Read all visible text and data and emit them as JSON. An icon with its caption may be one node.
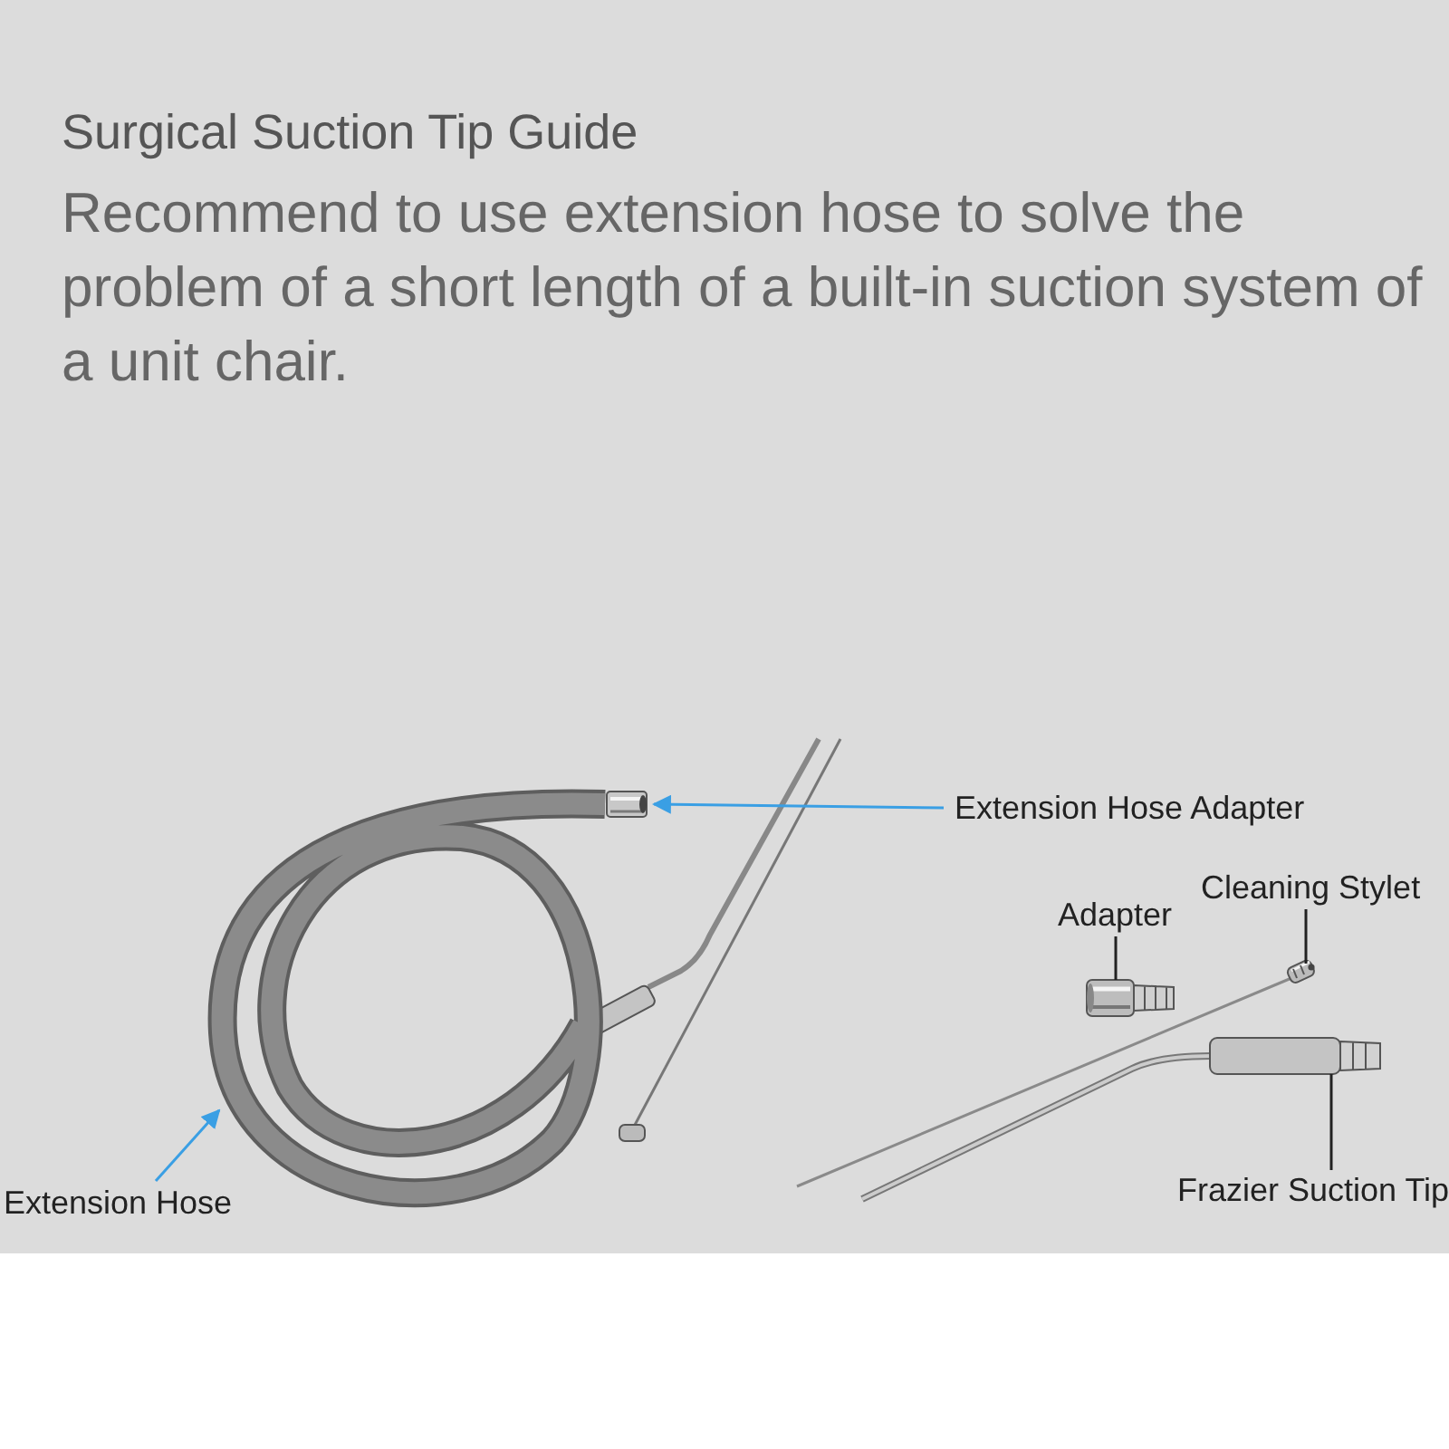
{
  "diagram": {
    "title": "Surgical Suction Tip Guide",
    "nodes": [
      {
        "text": [
          "Extension Hose Adapter"
        ]
      },
      {
        "text": [],
        "shape": "picture"
      },
      {
        "text": [
          "Adapter"
        ]
      },
      {
        "text": [],
        "shape": "picture"
      },
      {
        "text": [
          "Cleaning Stylet"
        ]
      },
      {
        "text": [],
        "shape": "picture"
      },
      {
        "text": [],
        "shape": "picture"
      },
      {
        "text": [
          "Extension Hose"
        ]
      },
      {
        "text": [],
        "shape": "picture"
      },
      {
        "text": [
          "Frazier Suction Tip"
        ]
      }
    ],
    "edges": [
      {
        "from": 0,
        "to": 1,
        "arrow": "to",
        "color": "#3a9fe4"
      },
      {
        "from": 2,
        "to": 3,
        "arrow": "none"
      },
      {
        "from": 4,
        "to": 5,
        "arrow": "none"
      },
      {
        "from": 7,
        "to": 6,
        "arrow": "to",
        "color": "#3a9fe4"
      },
      {
        "from": 9,
        "to": 8,
        "arrow": "none"
      }
    ],
    "labels": [
      "Recommend to use extension hose to solve the problem of a short length of a built-in suction system of a unit chair."
    ]
  }
}
